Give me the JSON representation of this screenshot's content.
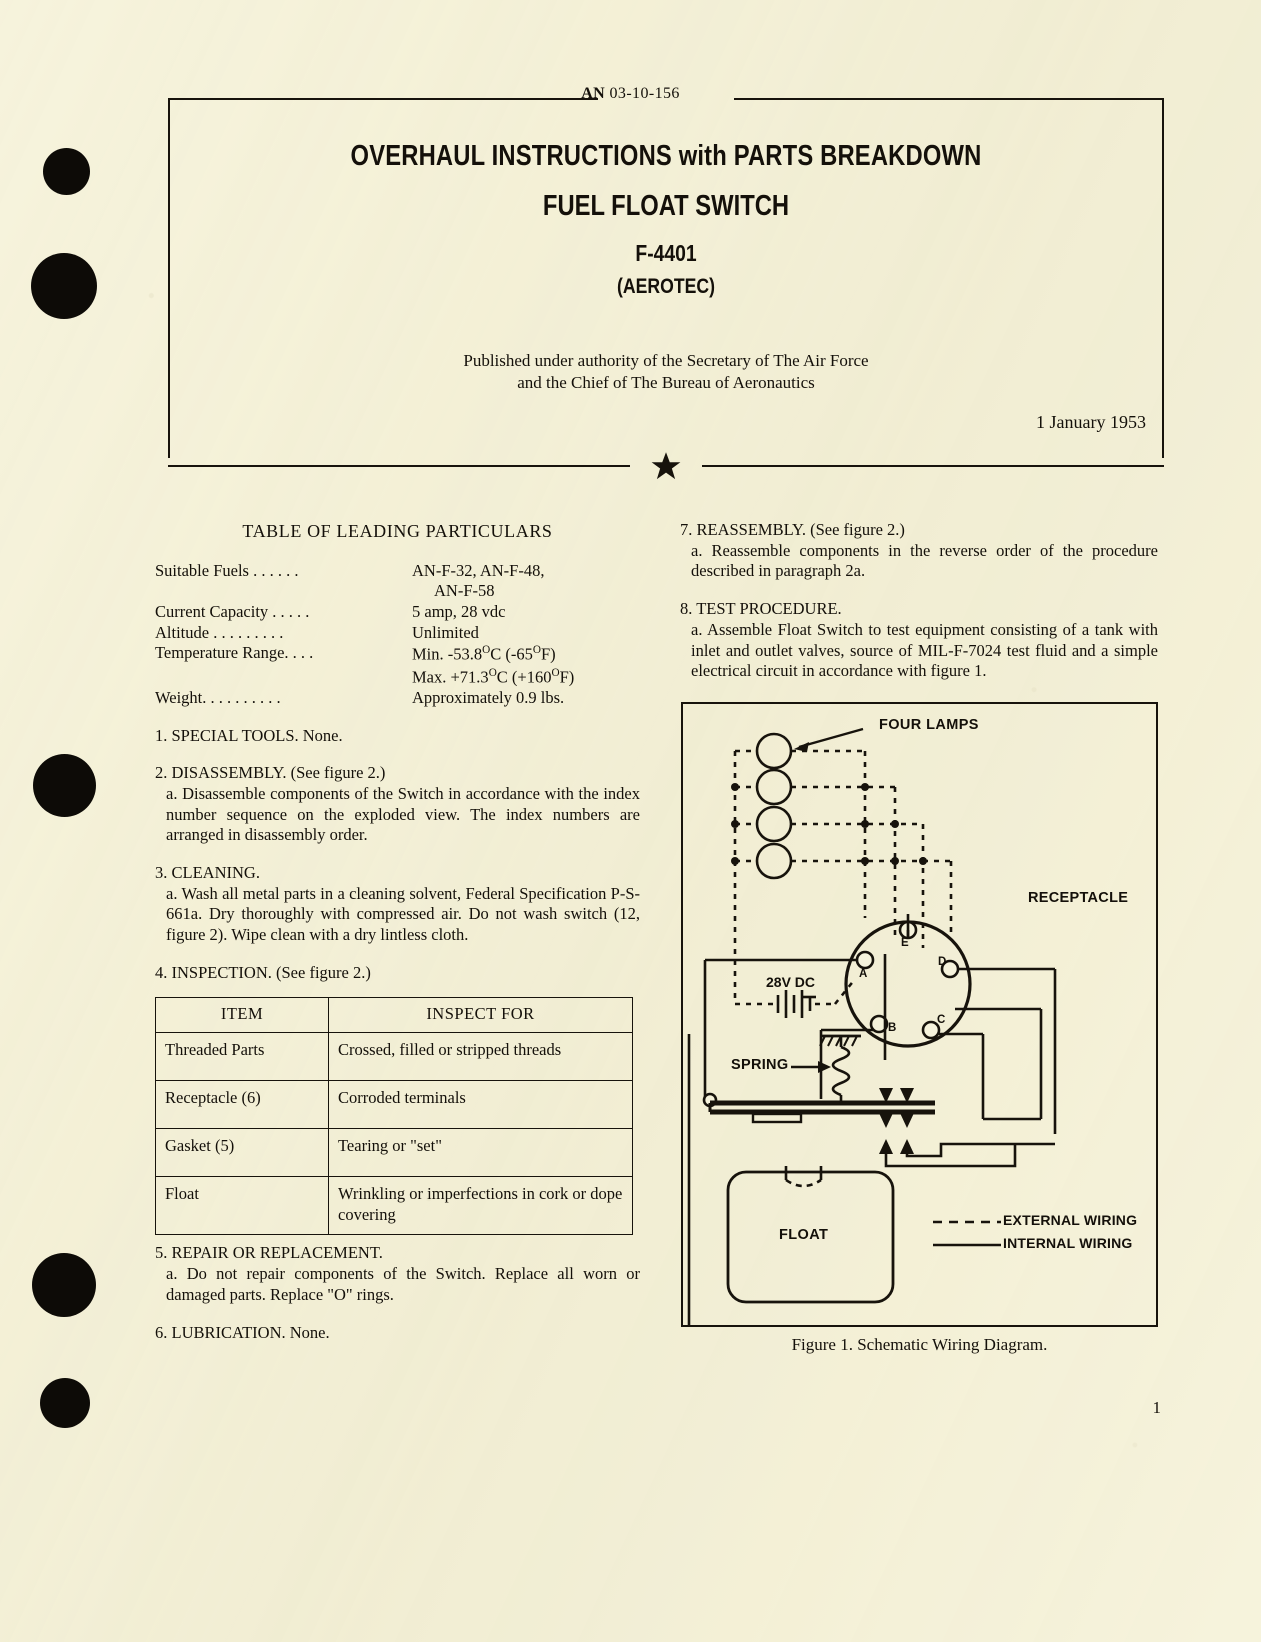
{
  "header": {
    "an_prefix": "AN",
    "an_number": "03-10-156"
  },
  "title": {
    "line1": "OVERHAUL INSTRUCTIONS with PARTS BREAKDOWN",
    "line2": "FUEL FLOAT SWITCH",
    "model": "F-4401",
    "manufacturer": "(AEROTEC)",
    "authority_line1": "Published under authority of the Secretary of The Air Force",
    "authority_line2": "and the Chief of The Bureau of Aeronautics",
    "date": "1 January 1953"
  },
  "leading_particulars": {
    "heading": "TABLE OF LEADING PARTICULARS",
    "rows": [
      {
        "label": "Suitable Fuels . . . . . .",
        "value": "AN-F-32, AN-F-48,",
        "value2": "AN-F-58"
      },
      {
        "label": "Current Capacity . . . . .",
        "value": "5 amp, 28 vdc",
        "value2": ""
      },
      {
        "label": "Altitude . . . . . . . . .",
        "value": "Unlimited",
        "value2": ""
      },
      {
        "label": "Temperature Range. . . .",
        "value": "Min. -53.8°C (-65°F)",
        "value2": "Max. +71.3°C (+160°F)"
      },
      {
        "label": "Weight. . . . . . . . . .",
        "value": "Approximately 0.9 lbs.",
        "value2": ""
      }
    ]
  },
  "paragraphs_left": [
    {
      "heading": "1. SPECIAL TOOLS.  None.",
      "body": ""
    },
    {
      "heading": "2. DISASSEMBLY.  (See figure 2.)",
      "body": "a. Disassemble components of the Switch in accordance with the index number sequence on the exploded view. The index numbers are arranged in disassembly order."
    },
    {
      "heading": "3. CLEANING.",
      "body": "a. Wash all metal parts in a cleaning solvent, Federal Specification P-S-661a.  Dry thoroughly with compressed air.  Do not wash switch (12, figure 2). Wipe clean with a dry lintless cloth."
    },
    {
      "heading": "4. INSPECTION.  (See figure 2.)",
      "body": ""
    }
  ],
  "inspection_table": {
    "columns": [
      "ITEM",
      "INSPECT FOR"
    ],
    "rows": [
      {
        "item": "Threaded Parts",
        "inspect_for": "Crossed, filled or stripped threads"
      },
      {
        "item": "Receptacle (6)",
        "inspect_for": "Corroded terminals"
      },
      {
        "item": "Gasket (5)",
        "inspect_for": "Tearing or \"set\""
      },
      {
        "item": "Float",
        "inspect_for": "Wrinkling or imperfections in cork or dope covering"
      }
    ]
  },
  "paragraphs_left_after_table": [
    {
      "heading": "5. REPAIR OR REPLACEMENT.",
      "body": "a. Do not repair components of the Switch.  Replace all worn or damaged parts.  Replace \"O\" rings."
    },
    {
      "heading": "6. LUBRICATION.  None.",
      "body": ""
    }
  ],
  "paragraphs_right": [
    {
      "heading": "7. REASSEMBLY.  (See figure 2.)",
      "body": "a. Reassemble components in the reverse order of the procedure described in paragraph 2a."
    },
    {
      "heading": "8. TEST PROCEDURE.",
      "body": "a. Assemble Float Switch to test equipment consisting of a tank with inlet and outlet valves, source of MIL-F-7024 test fluid and a simple electrical circuit in accordance with figure 1."
    }
  ],
  "figure": {
    "caption": "Figure 1.  Schematic Wiring Diagram.",
    "labels": {
      "four_lamps": "FOUR  LAMPS",
      "supply": "28V DC",
      "receptacle": "RECEPTACLE",
      "spring": "SPRING",
      "float": "FLOAT",
      "external_wiring": "EXTERNAL WIRING",
      "internal_wiring": "INTERNAL WIRING"
    },
    "terminals": [
      "A",
      "B",
      "C",
      "D",
      "E"
    ],
    "lamp_count": 4
  },
  "page_number": "1",
  "colors": {
    "paper": "#f6f3dc",
    "ink": "#17130c"
  }
}
